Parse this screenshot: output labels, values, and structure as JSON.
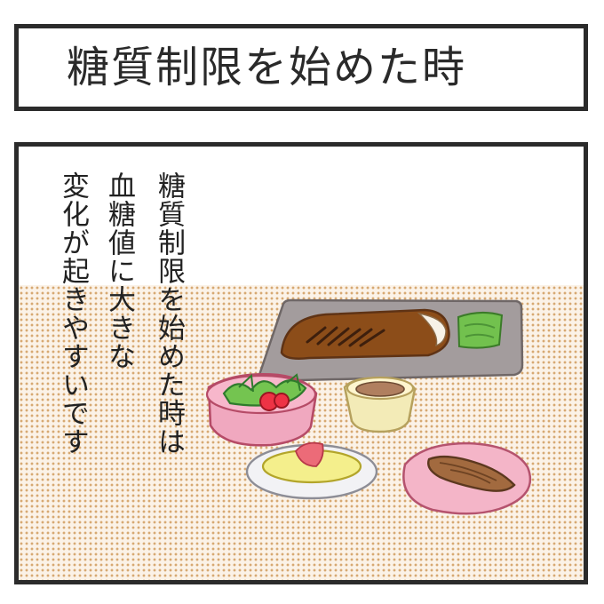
{
  "title": {
    "text": "糖質制限を始めた時"
  },
  "panel": {
    "lines": [
      "糖質制限を始めた時は",
      "血糖値に大きな",
      "変化が起きやすいです"
    ]
  },
  "colors": {
    "border": "#2b2b2b",
    "table_dots": "#d7a972",
    "table_bg": "#fbf2e7",
    "plate_gray": "#9f9a9a",
    "steak_brown": "#8c4d19",
    "salad_bowl": "#f4b4c8",
    "omelette": "#f4ef8c"
  },
  "illustration": {
    "items": [
      "steak-plate",
      "salad-bowl",
      "small-dish",
      "omelette-plate",
      "fish-plate"
    ]
  }
}
